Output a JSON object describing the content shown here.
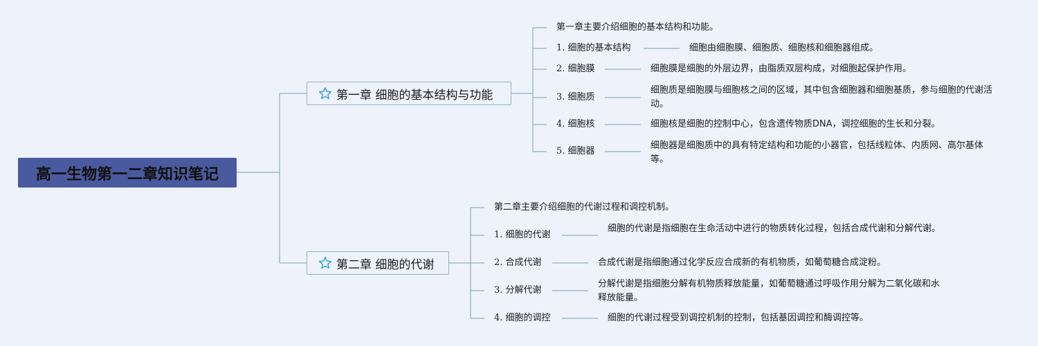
{
  "root": {
    "title": "高一生物第一二章知识笔记"
  },
  "chapters": [
    {
      "title": "第一章 细胞的基本结构与功能",
      "intro": "第一章主要介绍细胞的基本结构和功能。",
      "topics": [
        {
          "num": "1.",
          "label": "细胞的基本结构",
          "desc": "细胞由细胞膜、细胞质、细胞核和细胞器组成。"
        },
        {
          "num": "2.",
          "label": "细胞膜",
          "desc": "细胞膜是细胞的外层边界，由脂质双层构成，对细胞起保护作用。"
        },
        {
          "num": "3.",
          "label": "细胞质",
          "desc": "细胞质是细胞膜与细胞核之间的区域，其中包含细胞器和细胞基质，参与细胞的代谢活动。"
        },
        {
          "num": "4.",
          "label": "细胞核",
          "desc": "细胞核是细胞的控制中心，包含遗传物质DNA，调控细胞的生长和分裂。"
        },
        {
          "num": "5.",
          "label": "细胞器",
          "desc": "细胞器是细胞质中的具有特定结构和功能的小器官，包括线粒体、内质网、高尔基体等。"
        }
      ]
    },
    {
      "title": "第二章 细胞的代谢",
      "intro": "第二章主要介绍细胞的代谢过程和调控机制。",
      "topics": [
        {
          "num": "1.",
          "label": "细胞的代谢",
          "desc": "细胞的代谢是指细胞在生命活动中进行的物质转化过程，包括合成代谢和分解代谢。"
        },
        {
          "num": "2.",
          "label": "合成代谢",
          "desc": "合成代谢是指细胞通过化学反应合成新的有机物质，如葡萄糖合成淀粉。"
        },
        {
          "num": "3.",
          "label": "分解代谢",
          "desc": "分解代谢是指细胞分解有机物质释放能量，如葡萄糖通过呼吸作用分解为二氧化碳和水释放能量。"
        },
        {
          "num": "4.",
          "label": "细胞的调控",
          "desc": "细胞的代谢过程受到调控机制的控制，包括基因调控和酶调控等。"
        }
      ]
    }
  ],
  "colors": {
    "background": "#eef2fb",
    "root_fill": "#4a5a9e",
    "connector": "#8fb3be",
    "star": "#3aa0d8"
  }
}
